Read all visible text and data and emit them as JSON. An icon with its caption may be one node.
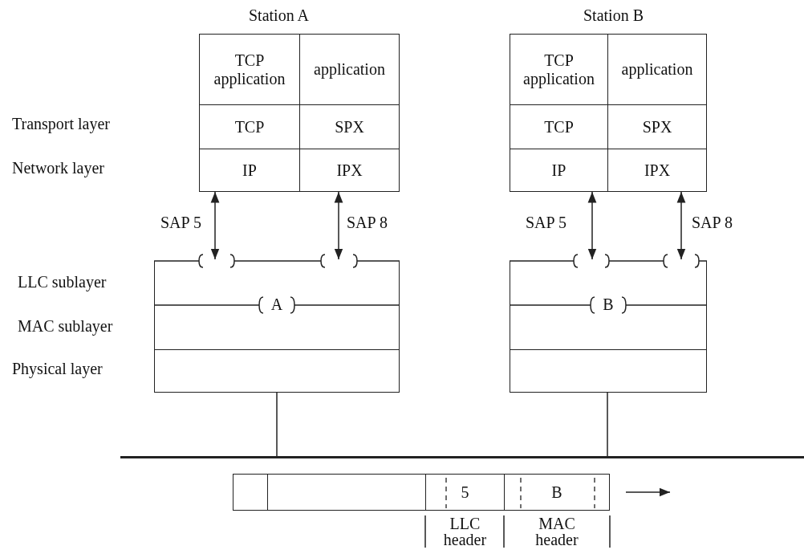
{
  "diagram": {
    "nodes": [
      {
        "text": [
          "TCP application"
        ]
      },
      {
        "text": [
          "application"
        ]
      },
      {
        "text": [
          "TCP"
        ]
      },
      {
        "text": [
          "SPX"
        ]
      },
      {
        "text": [
          "IP"
        ]
      },
      {
        "text": [
          "IPX"
        ]
      },
      {
        "text": [],
        "shape": "box"
      },
      {
        "text": [],
        "shape": "box"
      },
      {
        "text": [],
        "shape": "box"
      },
      {
        "text": [
          "TCP application"
        ]
      },
      {
        "text": [
          "application"
        ]
      },
      {
        "text": [
          "TCP"
        ]
      },
      {
        "text": [
          "SPX"
        ]
      },
      {
        "text": [
          "IP"
        ]
      },
      {
        "text": [
          "IPX"
        ]
      },
      {
        "text": [],
        "shape": "box"
      },
      {
        "text": [],
        "shape": "box"
      },
      {
        "text": [],
        "shape": "box"
      },
      {
        "text": [],
        "shape": "bar"
      },
      {
        "text": [],
        "shape": "box"
      },
      {
        "text": [],
        "shape": "box"
      },
      {
        "text": [
          "5"
        ],
        "beside": [
          "LLC header"
        ]
      },
      {
        "text": [
          "B"
        ],
        "beside": [
          "MAC header"
        ]
      }
    ],
    "edges": [
      {
        "from": 4,
        "to": 6,
        "arrow": "both",
        "label": "SAP 5"
      },
      {
        "from": 5,
        "to": 6,
        "arrow": "both",
        "label": "SAP 8"
      },
      {
        "from": 13,
        "to": 15,
        "arrow": "both",
        "label": "SAP 5"
      },
      {
        "from": 14,
        "to": 15,
        "arrow": "both",
        "label": "SAP 8"
      },
      {
        "from": 8,
        "to": 18,
        "arrow": "none"
      },
      {
        "from": 17,
        "to": 18,
        "arrow": "none"
      }
    ],
    "labels": [
      "Station A",
      "Station B",
      "Transport layer",
      "Network layer",
      "LLC sublayer",
      "A",
      "MAC sublayer",
      "Physical layer",
      "B"
    ]
  }
}
